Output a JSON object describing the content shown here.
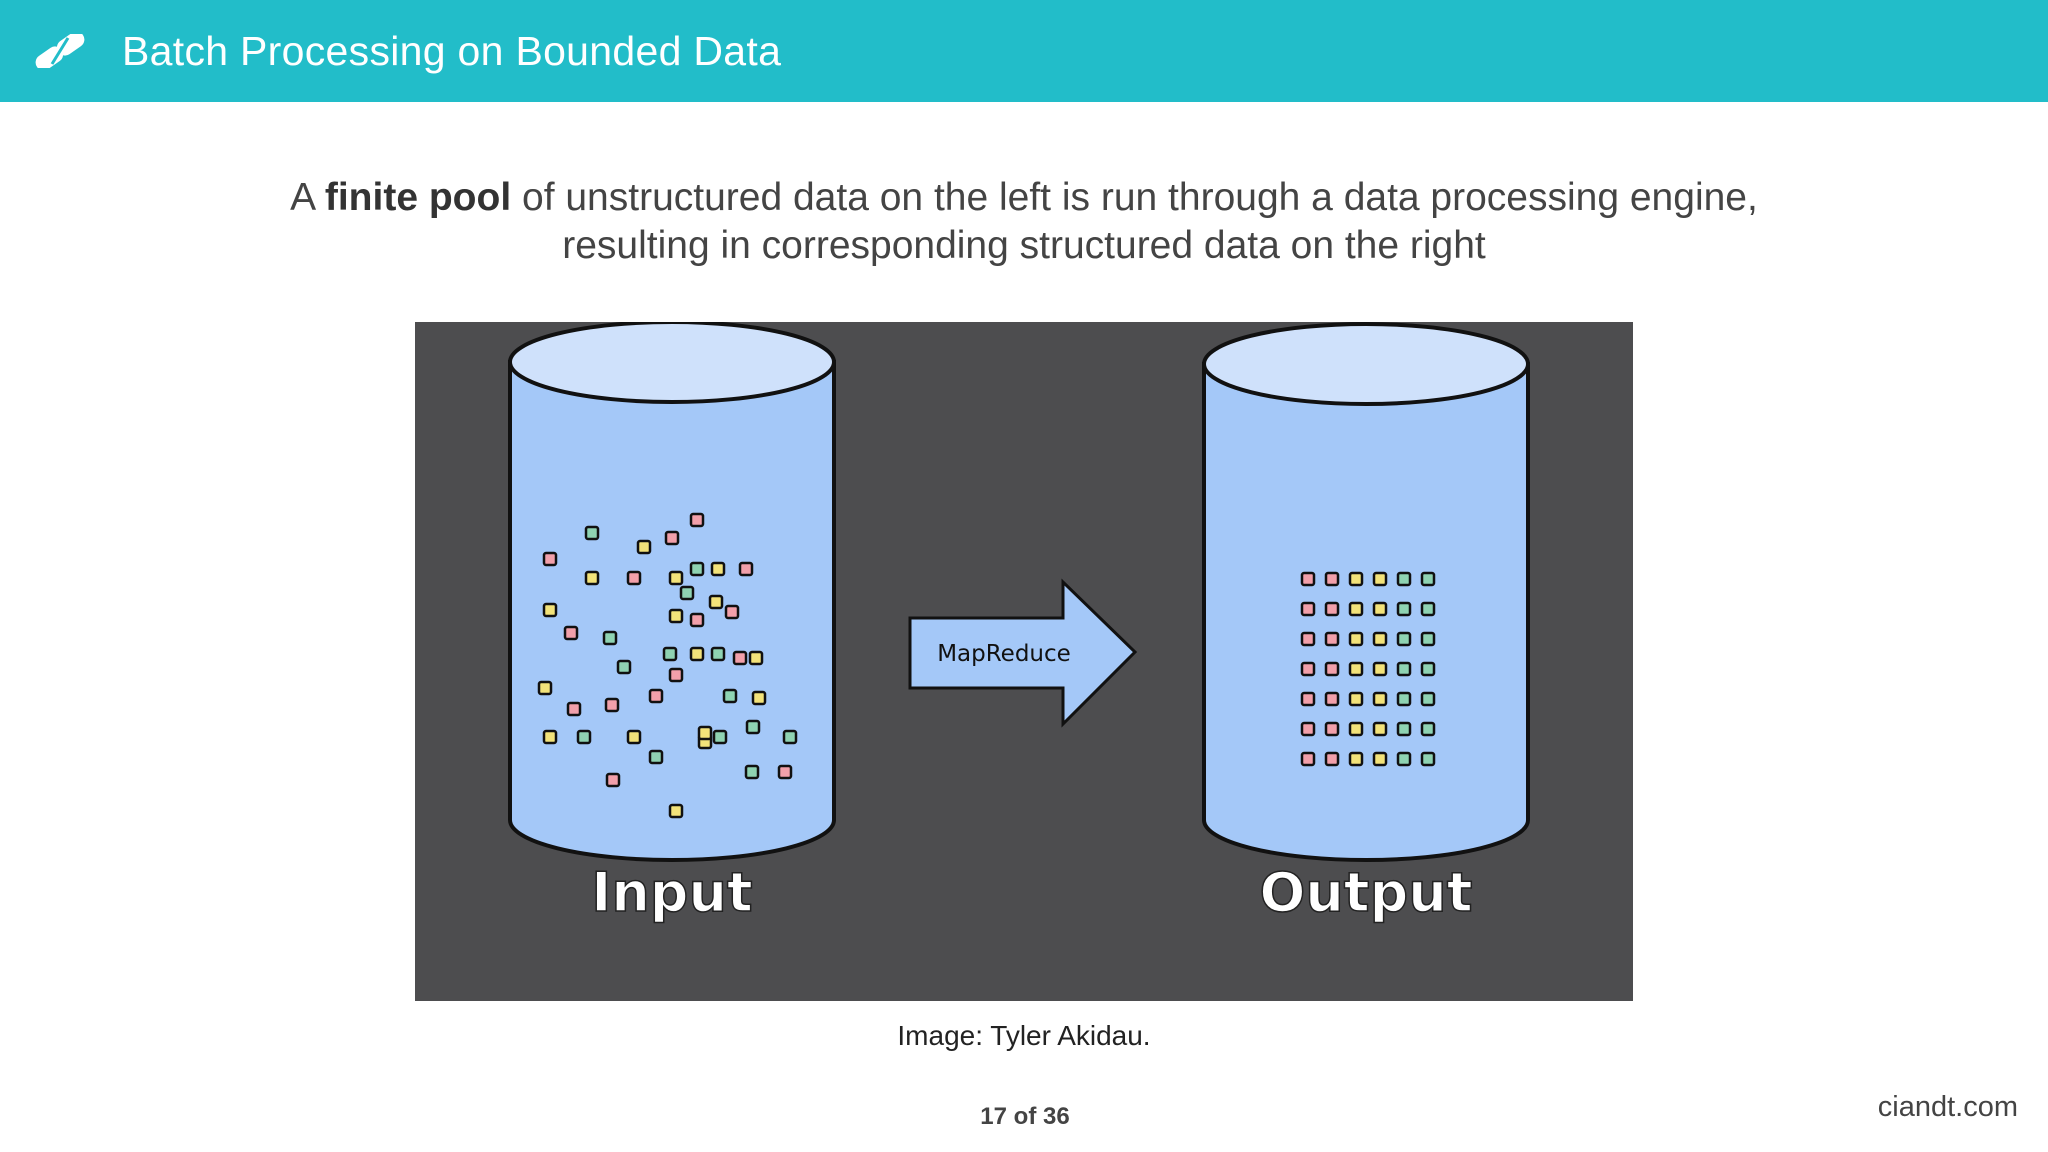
{
  "header": {
    "title": "Batch Processing on Bounded Data",
    "background_color": "#22bdc9",
    "logo_icon": "ciandt-logo-icon"
  },
  "subtitle": {
    "prefix": "A ",
    "emphasis": "finite pool",
    "suffix": " of unstructured data on the left is run through a data processing engine, resulting in corresponding structured data on the right"
  },
  "diagram": {
    "input_label": "Input",
    "arrow_label": "MapReduce",
    "output_label": "Output",
    "colors": {
      "panel": "#4d4d4f",
      "cylinder_body": "#a4c8f8",
      "cylinder_top": "#cfe1fb",
      "item_red": "#f2a0aa",
      "item_yellow": "#f3e37a",
      "item_green": "#8fd3b2"
    }
  },
  "caption": "Image: Tyler Akidau.",
  "footer": {
    "page_number": "17 of 36",
    "site": "ciandt.com"
  }
}
